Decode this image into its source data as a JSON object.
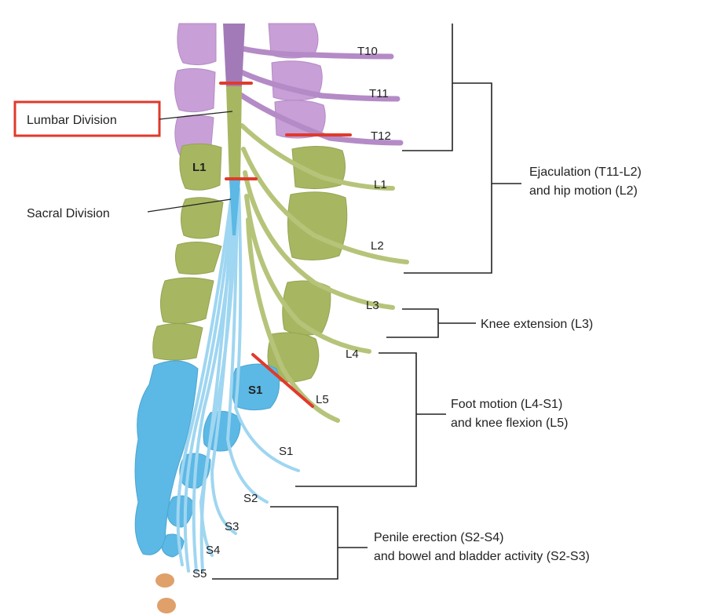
{
  "colors": {
    "thoracic": "#c89fd6",
    "thoracic_dark": "#a27ab8",
    "lumbar": "#a7b661",
    "lumbar_light": "#c2cd8a",
    "sacral": "#5cb8e4",
    "sacral_light": "#9fd6f1",
    "coccyx": "#e0a06a",
    "marker": "#e03a2b",
    "line": "#222222"
  },
  "divisions": {
    "lumbar": "Lumbar Division",
    "sacral": "Sacral Division"
  },
  "vertebra_labels": {
    "l1": "L1",
    "s1": "S1"
  },
  "nerve_labels": {
    "t10": "T10",
    "t11": "T11",
    "t12": "T12",
    "l1": "L1",
    "l2": "L2",
    "l3": "L3",
    "l4": "L4",
    "l5": "L5",
    "s1": "S1",
    "s2": "S2",
    "s3": "S3",
    "s4": "S4",
    "s5": "S5"
  },
  "functions": {
    "ejaculation_line1": "Ejaculation (T11-L2)",
    "ejaculation_line2": "and hip motion (L2)",
    "knee_extension": "Knee extension (L3)",
    "foot_line1": "Foot motion (L4-S1)",
    "foot_line2": "and knee flexion (L5)",
    "penile_line1": "Penile erection (S2-S4)",
    "penile_line2": "and bowel and bladder activity (S2-S3)"
  }
}
